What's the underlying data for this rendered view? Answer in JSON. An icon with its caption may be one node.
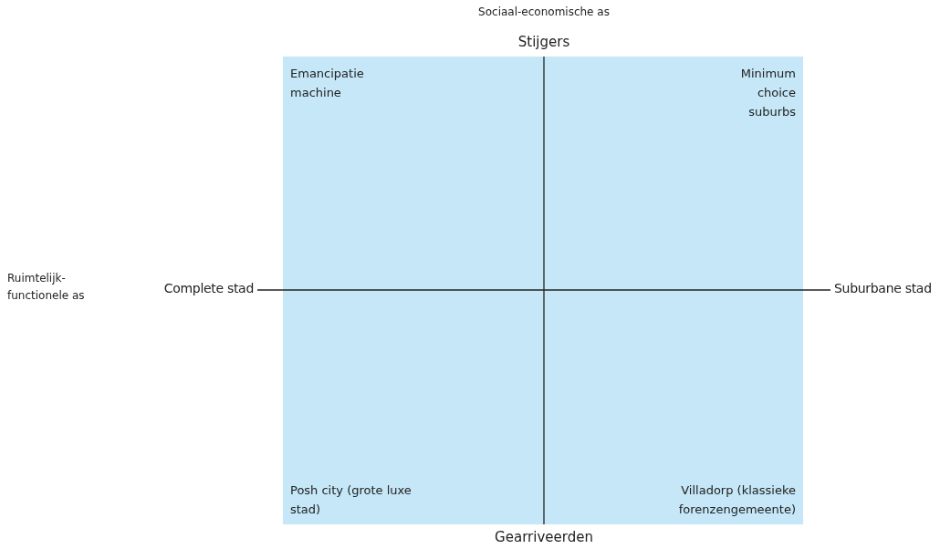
{
  "diagram": {
    "nodes": [
      {
        "text": [
          "Emancipatie machine",
          "Minimum choice suburbs",
          "Posh city (grote luxe stad)",
          "Villadorp (klassieke forenzengemeente)"
        ]
      }
    ],
    "labels": [
      "Sociaal-economische as",
      "Stijgers",
      "Ruimtelijk-functionele as",
      "Complete stad",
      "Suburbane stad",
      "Gearriveerden"
    ]
  }
}
